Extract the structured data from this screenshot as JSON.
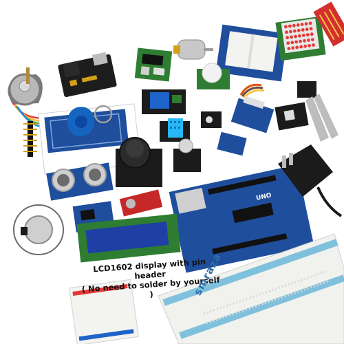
{
  "caption": {
    "line1": "LCD1602 display with pin header",
    "line2": "( No need to solder by yourself )"
  },
  "brand": "smraza",
  "board_label": "UNO",
  "colors": {
    "pcb_blue": "#1f4e9c",
    "pcb_green": "#2e7d32",
    "breadboard_white": "#f1f1ee",
    "breadboard_blue": "#7fc1dc",
    "adapter_black": "#1b1b1b",
    "lcd_screen": "#1f3fa5"
  },
  "items": [
    "stepper-motor",
    "power-supply-module",
    "ic-relay-board",
    "dc-motor",
    "prototype-shield",
    "led-dot-matrix",
    "water-sensor",
    "rfid-reader",
    "rfid-keyfob",
    "relay-module",
    "pir-sensor",
    "servo",
    "soil-sensor",
    "pin-header",
    "dht11-sensor",
    "joystick",
    "rotary-encoder",
    "sensor-module",
    "ultrasonic-sensor",
    "sound-sensor",
    "rtc-module",
    "coin-battery",
    "arduino-uno",
    "power-adapter",
    "lcd1602",
    "breadboard",
    "jumper-breadboard"
  ]
}
